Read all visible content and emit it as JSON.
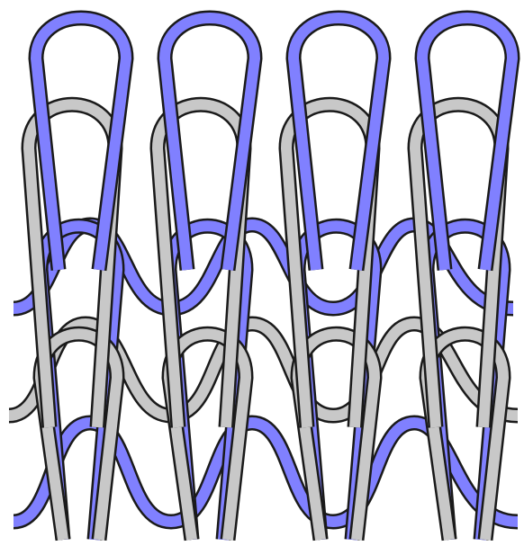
{
  "diagram": {
    "kind": "knit-stitch-structure",
    "columns": 4,
    "yarns": [
      {
        "name": "blue-yarn",
        "color": "#8080ff",
        "outline": "#1a1a1a"
      },
      {
        "name": "gray-yarn",
        "color": "#c8c8c8",
        "outline": "#1a1a1a"
      }
    ],
    "background": "#ffffff"
  }
}
